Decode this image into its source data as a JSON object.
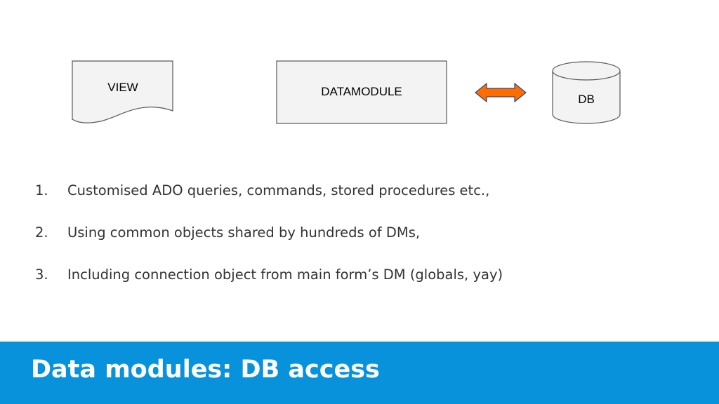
{
  "diagram": {
    "view_label": "VIEW",
    "datamodule_label": "DATAMODULE",
    "db_label": "DB",
    "colors": {
      "shape_fill": "#f3f3f3",
      "shape_stroke": "#595959",
      "arrow_fill": "#ff6d01",
      "arrow_stroke": "#2c4a7a"
    }
  },
  "list": [
    {
      "num": "1.",
      "text": "Customised ADO queries, commands, stored procedures etc.,"
    },
    {
      "num": "2.",
      "text": "Using common objects shared by hundreds of DMs,"
    },
    {
      "num": "3.",
      "text": "Including connection object from main form’s DM (globals, yay)"
    }
  ],
  "footer": {
    "title": "Data modules: DB access",
    "background": "#0892dc"
  }
}
